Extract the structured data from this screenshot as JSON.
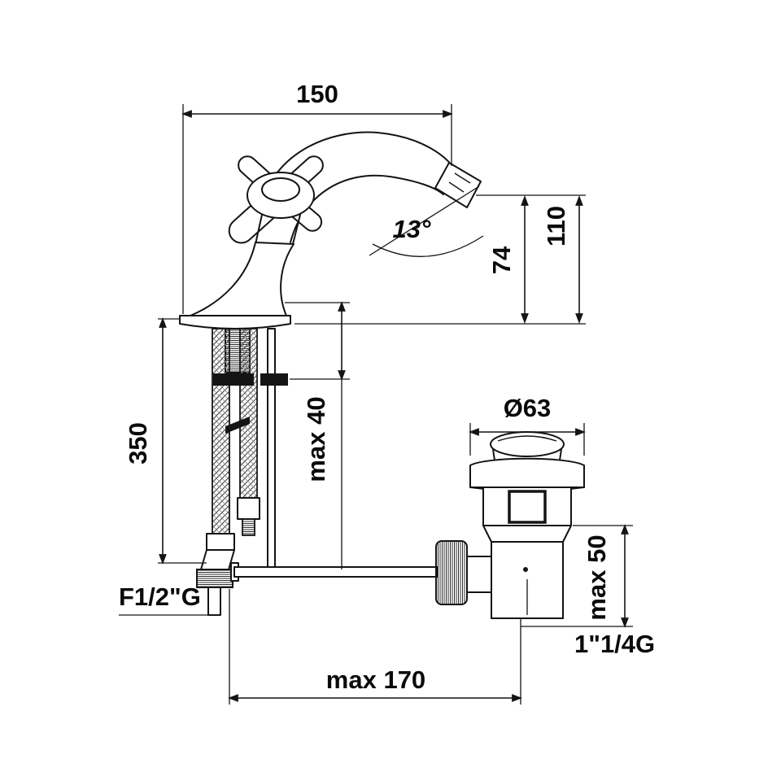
{
  "labels": {
    "top_width": "150",
    "spout_angle": "13°",
    "spout_height": "74",
    "overall_height": "110",
    "hose_length": "350",
    "max_deck_thickness": "max 40",
    "drain_cap_diameter": "Ø63",
    "max_drain_deck_thickness": "max 50",
    "inlet_thread": "F1/2\"G",
    "drain_thread": "1\"1/4G",
    "max_reach": "max 170"
  }
}
